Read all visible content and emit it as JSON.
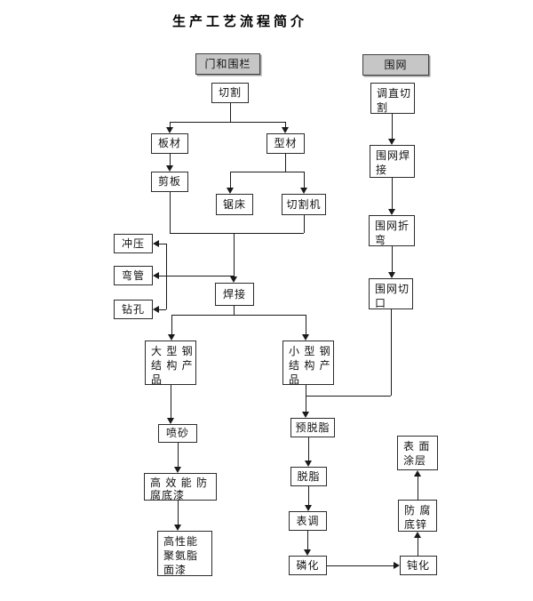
{
  "title": "生产工艺流程简介",
  "colors": {
    "background": "#ffffff",
    "line": "#1a1a1a",
    "box_border": "#2b2b2b",
    "header_fill": "#c6c6c6"
  },
  "nodes": {
    "gate_fence_header": {
      "label": "门和围栏"
    },
    "net_header": {
      "label": "围网"
    },
    "cutting": {
      "label": "切割"
    },
    "plate": {
      "label": "板材"
    },
    "profile": {
      "label": "型材"
    },
    "shearing": {
      "label": "剪板"
    },
    "saw": {
      "label": "锯床"
    },
    "cutter": {
      "label": "切割机"
    },
    "stamping": {
      "label": "冲压"
    },
    "pipe_bending": {
      "label": "弯管"
    },
    "drilling": {
      "label": "钻孔"
    },
    "welding": {
      "label": "焊接"
    },
    "large_steel": {
      "label": "大 型 钢\n结 构 产\n品"
    },
    "small_steel": {
      "label": "小 型 钢\n结 构 产\n品"
    },
    "sandblast": {
      "label": "喷砂"
    },
    "primer": {
      "label": "高 效 能 防\n腐底漆"
    },
    "topcoat": {
      "label": "高性能\n聚氨脂\n面漆"
    },
    "straighten_cut": {
      "label": "调直切\n割"
    },
    "net_welding": {
      "label": "围网焊\n接"
    },
    "net_bending": {
      "label": "围网折\n弯"
    },
    "net_notching": {
      "label": "围网切\n口"
    },
    "pre_degrease": {
      "label": "预脱脂"
    },
    "degrease": {
      "label": "脱脂"
    },
    "surface_adjust": {
      "label": "表调"
    },
    "phosphating": {
      "label": "磷化"
    },
    "passivation": {
      "label": "钝化"
    },
    "zinc_primer": {
      "label": "防 腐\n底锌"
    },
    "surface_coating": {
      "label": "表 面\n涂层"
    }
  }
}
